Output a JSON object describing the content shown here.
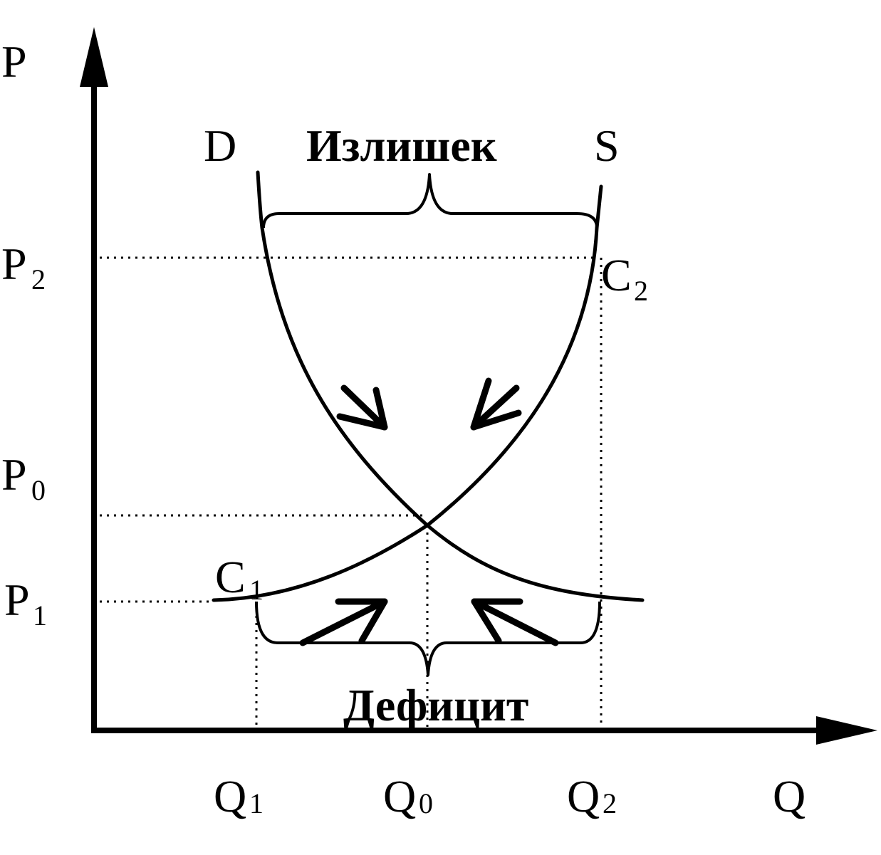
{
  "axes": {
    "y_label": "P",
    "x_label": "Q"
  },
  "price_ticks": [
    {
      "main": "P",
      "sub": "2"
    },
    {
      "main": "P",
      "sub": "0"
    },
    {
      "main": "P",
      "sub": "1"
    }
  ],
  "quantity_ticks": [
    {
      "main": "Q",
      "sub": "1"
    },
    {
      "main": "Q",
      "sub": "0"
    },
    {
      "main": "Q",
      "sub": "2"
    }
  ],
  "curves": {
    "demand_label": "D",
    "supply_label": "S"
  },
  "points": [
    {
      "main": "C",
      "sub": "2"
    },
    {
      "main": "C",
      "sub": "1"
    }
  ],
  "regions": {
    "surplus": "Излишек",
    "deficit": "Дефицит"
  }
}
